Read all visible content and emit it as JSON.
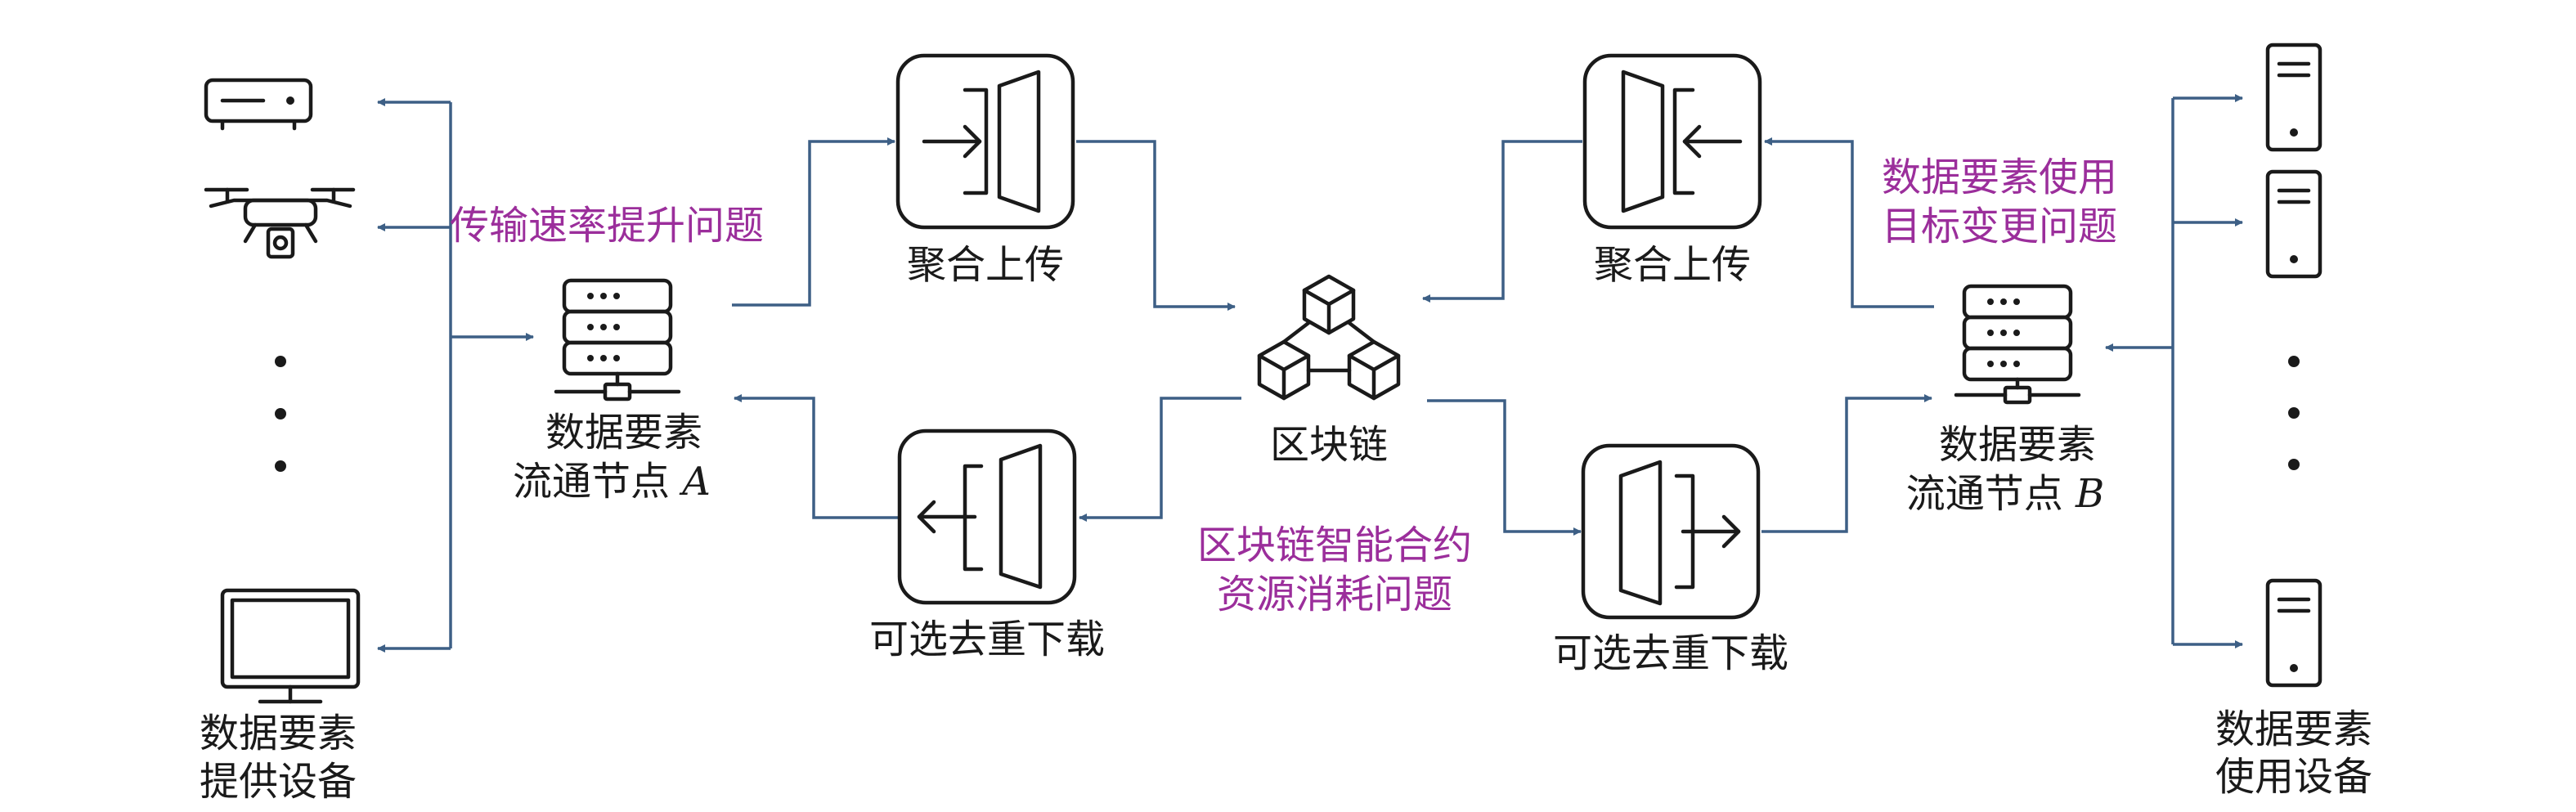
{
  "colors": {
    "arrow": "#3d5f85",
    "issue_text": "#9b2e9b",
    "icon": "#1a1a1a"
  },
  "provider_devices": {
    "icons": [
      "set-top-box-icon",
      "drone-icon",
      "vertical-ellipsis",
      "monitor-icon"
    ],
    "label_line1": "数据要素",
    "label_line2": "提供设备"
  },
  "node_a": {
    "icon": "server-network-icon",
    "label_line1": "数据要素",
    "label_line2_prefix": "流通节点 ",
    "label_line2_var": "A"
  },
  "node_b": {
    "icon": "server-network-icon",
    "label_line1": "数据要素",
    "label_line2_prefix": "流通节点 ",
    "label_line2_var": "B"
  },
  "upload_left": {
    "icon": "aggregate-upload-icon",
    "label": "聚合上传"
  },
  "download_left": {
    "icon": "dedup-download-icon",
    "label": "可选去重下载"
  },
  "upload_right": {
    "icon": "aggregate-upload-icon",
    "label": "聚合上传"
  },
  "download_right": {
    "icon": "dedup-download-icon",
    "label": "可选去重下载"
  },
  "blockchain": {
    "icon": "blockchain-cubes-icon",
    "label": "区块链"
  },
  "issues": {
    "transfer_rate": "传输速率提升问题",
    "smart_contract_line1": "区块链智能合约",
    "smart_contract_line2": "资源消耗问题",
    "target_change_line1": "数据要素使用",
    "target_change_line2": "目标变更问题"
  },
  "user_devices": {
    "icons": [
      "tower-pc-icon",
      "tower-pc-icon",
      "vertical-ellipsis",
      "tower-pc-icon"
    ],
    "label_line1": "数据要素",
    "label_line2": "使用设备"
  }
}
